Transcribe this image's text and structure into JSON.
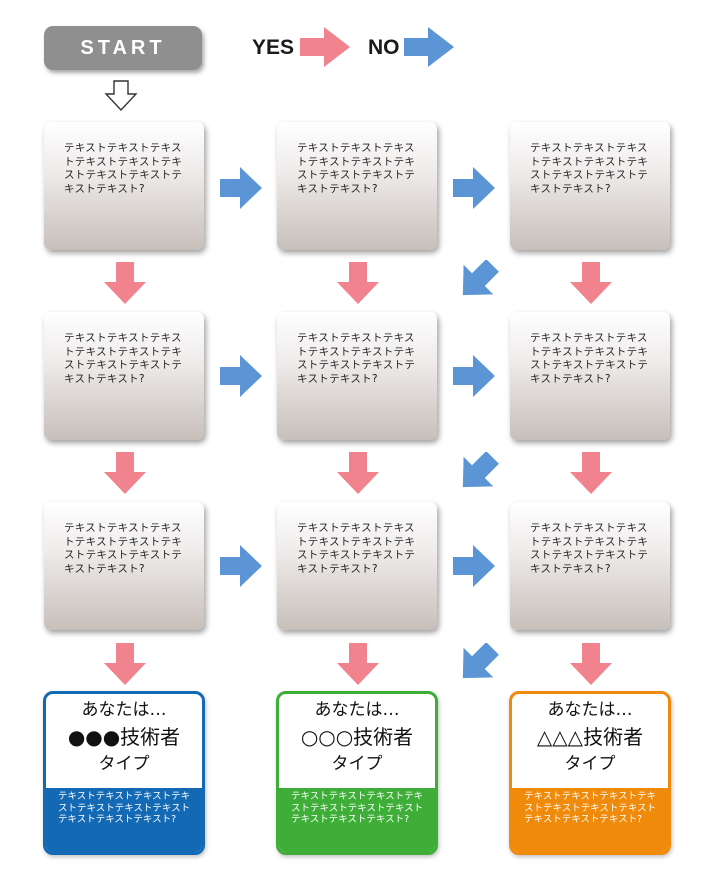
{
  "start_label": "START",
  "legend": {
    "yes_label": "YES",
    "no_label": "NO",
    "yes_color": "#f0838d",
    "no_color": "#5b95d6"
  },
  "questions": [
    "テキストテキストテキストテキストテキストテキストテキストテキストテキストテキスト?",
    "テキストテキストテキストテキストテキストテキストテキストテキストテキストテキスト?",
    "テキストテキストテキストテキストテキストテキストテキストテキストテキストテキスト?",
    "テキストテキストテキストテキストテキストテキストテキストテキストテキストテキスト?",
    "テキストテキストテキストテキストテキストテキストテキストテキストテキストテキスト?",
    "テキストテキストテキストテキストテキストテキストテキストテキストテキストテキスト?",
    "テキストテキストテキストテキストテキストテキストテキストテキストテキストテキスト?",
    "テキストテキストテキストテキストテキストテキストテキストテキストテキストテキスト?",
    "テキストテキストテキストテキストテキストテキストテキストテキストテキストテキスト?"
  ],
  "results": [
    {
      "intro": "あなたは…",
      "title": "●●●技術者",
      "suffix": "タイプ",
      "description": "テキストテキストテキストテキストテキストテキストテキストテキストテキストテキスト?",
      "color": "#1469b5"
    },
    {
      "intro": "あなたは…",
      "title": "○○○技術者",
      "suffix": "タイプ",
      "description": "テキストテキストテキストテキストテキストテキストテキストテキストテキストテキスト?",
      "color": "#3fae38"
    },
    {
      "intro": "あなたは…",
      "title": "△△△技術者",
      "suffix": "タイプ",
      "description": "テキストテキストテキストテキストテキストテキストテキストテキストテキストテキスト?",
      "color": "#ef8a0b"
    }
  ]
}
